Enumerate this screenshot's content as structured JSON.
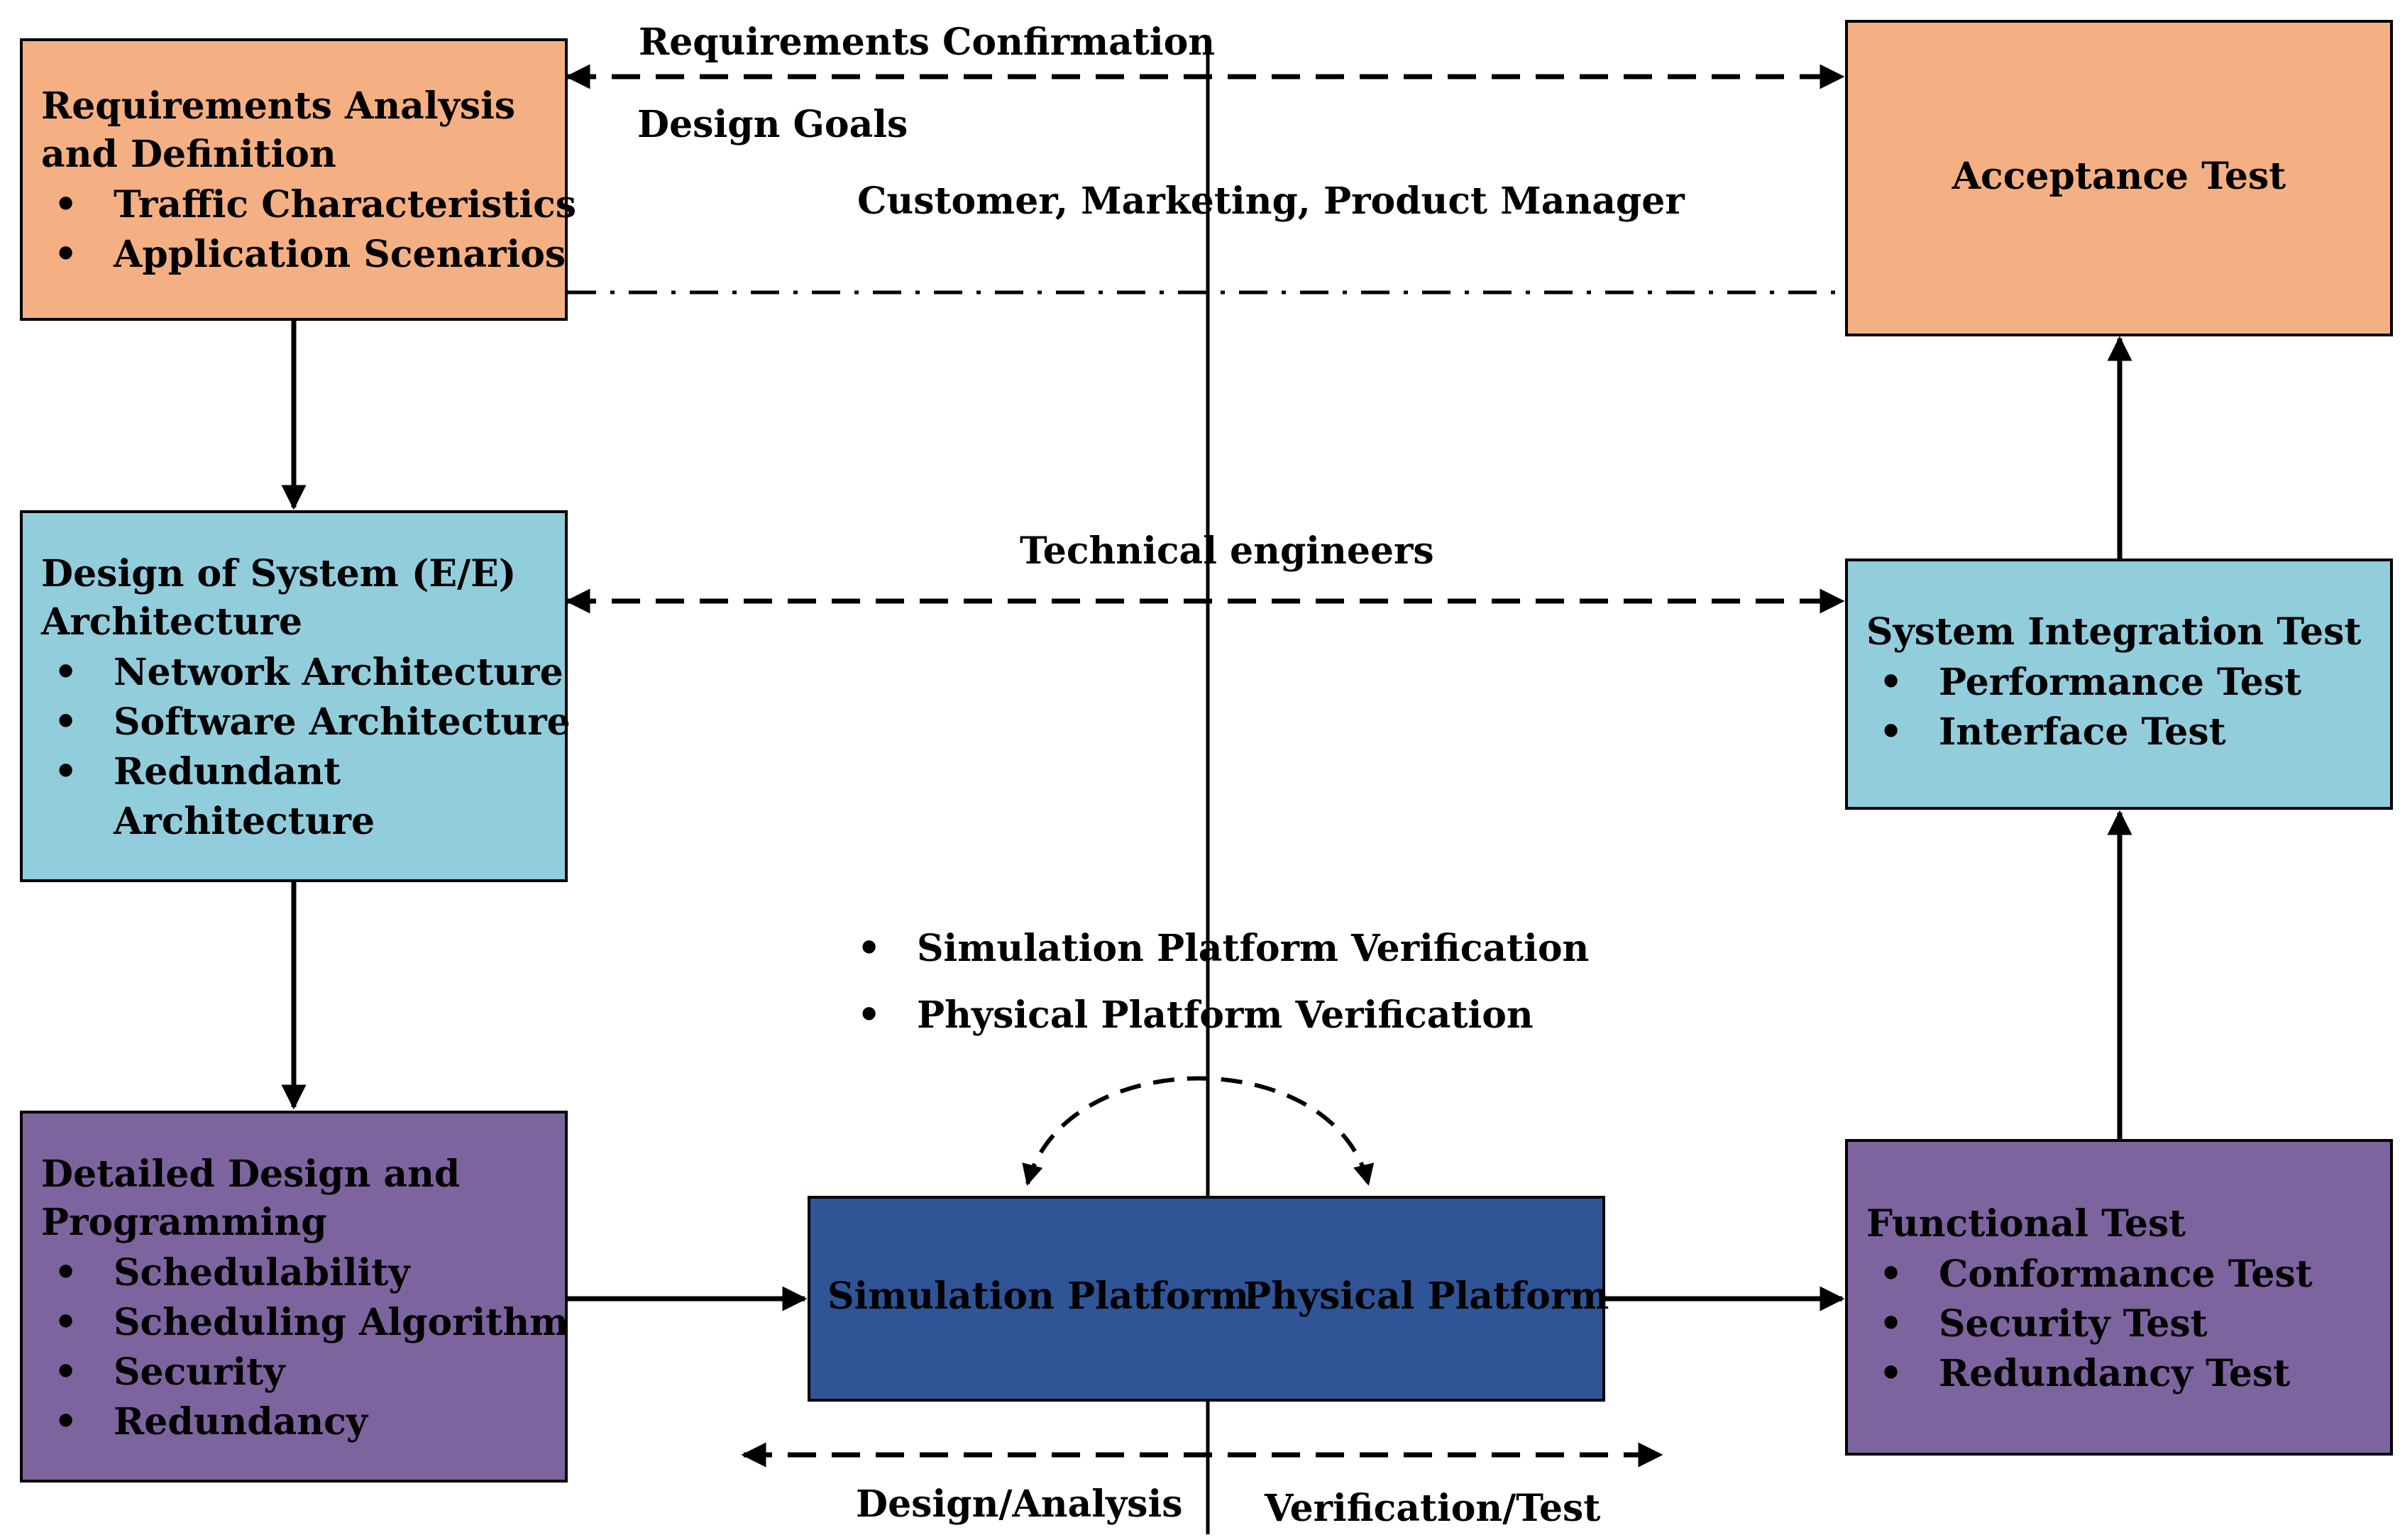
{
  "labels": {
    "requirements_confirmation": "Requirements Confirmation",
    "design_goals": "Design Goals",
    "customer_roles": "Customer, Marketing, Product Manager",
    "technical_engineers": "Technical engineers",
    "verification_items": [
      "Simulation Platform Verification",
      "Physical Platform Verification"
    ],
    "design_analysis": "Design/Analysis",
    "verification_test": "Verification/Test"
  },
  "boxes": {
    "requirements": {
      "title_lines": [
        "Requirements Analysis",
        "and Definition"
      ],
      "items": [
        "Traffic Characteristics",
        "Application Scenarios"
      ]
    },
    "architecture": {
      "title_lines": [
        "Design of System (E/E)",
        "Architecture"
      ],
      "items": [
        "Network Architecture",
        "Software Architecture",
        "Redundant",
        "Architecture"
      ]
    },
    "detailed": {
      "title_lines": [
        "Detailed Design and",
        "Programming"
      ],
      "items": [
        "Schedulability",
        "Scheduling Algorithm",
        "Security",
        "Redundancy"
      ]
    },
    "platform": {
      "simulation": "Simulation Platform",
      "physical": "Physical Platform"
    },
    "acceptance": {
      "title": "Acceptance Test"
    },
    "integration": {
      "title": "System Integration Test",
      "items": [
        "Performance Test",
        "Interface Test"
      ]
    },
    "functional": {
      "title": "Functional Test",
      "items": [
        "Conformance Test",
        "Security Test",
        "Redundancy Test"
      ]
    }
  },
  "colors": {
    "requirements": "#f4b083",
    "architecture": "#92cddc",
    "detailed": "#7d649e",
    "platform": "#2f5597"
  }
}
